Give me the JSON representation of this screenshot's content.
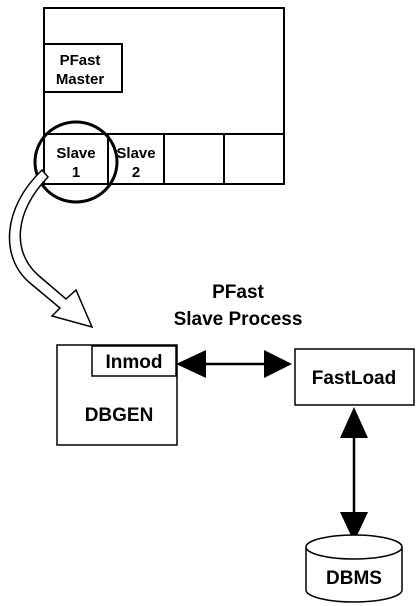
{
  "master_box": {
    "label_line1": "PFast",
    "label_line2": "Master"
  },
  "slots": [
    {
      "line1": "Slave",
      "line2": "1"
    },
    {
      "line1": "Slave",
      "line2": "2"
    },
    {
      "line1": "",
      "line2": ""
    },
    {
      "line1": "",
      "line2": ""
    }
  ],
  "process_title": {
    "line1": "PFast",
    "line2": "Slave Process"
  },
  "dbgen": {
    "inmod_label": "Inmod",
    "label": "DBGEN"
  },
  "fastload": {
    "label": "FastLoad"
  },
  "database": {
    "label": "DBMS"
  }
}
